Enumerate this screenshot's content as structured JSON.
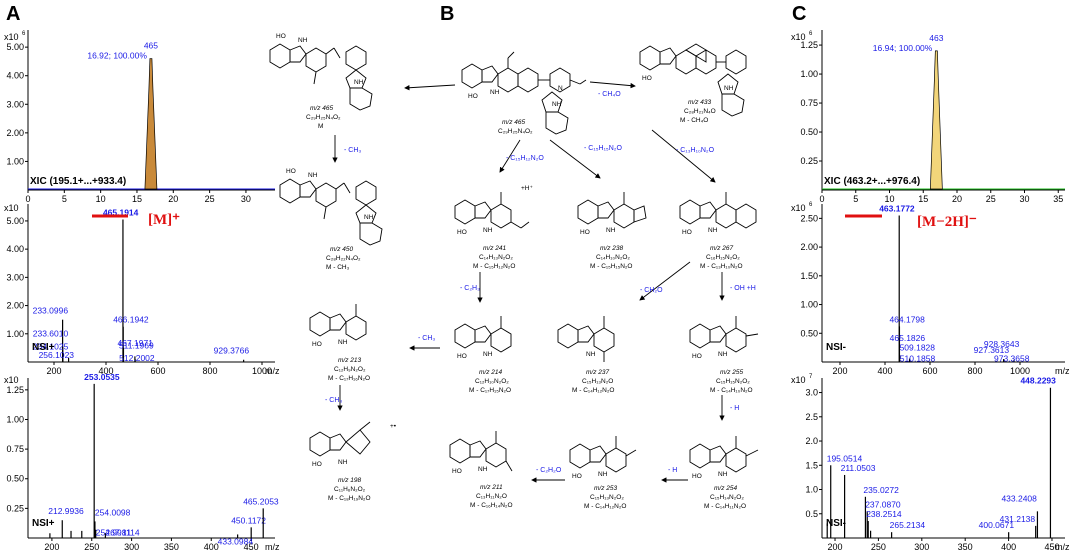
{
  "panels": {
    "a": "A",
    "b": "B",
    "c": "C"
  },
  "y_exp": {
    "a1": "x10",
    "a2": "x10",
    "a3": "x10",
    "c1": "x10",
    "c2": "x10",
    "c3": "x10"
  },
  "y_exp_sup": {
    "a1": "6",
    "c1": "6",
    "c2": "6",
    "c3": "7"
  },
  "xunit": "m/z",
  "ions": {
    "a": "[M]⁺",
    "c": "[M−2H]⁻"
  },
  "chart_data": [
    {
      "type": "line",
      "id": "A1",
      "annotation": "XIC (195.1+...+933.4)",
      "x_ticks": [
        0,
        5,
        10,
        15,
        20,
        25,
        30
      ],
      "xlim": [
        0,
        34
      ],
      "y_ticks": [
        "1.00",
        "2.00",
        "3.00",
        "4.00",
        "5.00"
      ],
      "ylim": [
        0,
        5.6
      ],
      "peak": {
        "x": 16.92,
        "y": 4.6,
        "label": "465",
        "label2": "16.92; 100.00%"
      }
    },
    {
      "type": "bar",
      "id": "A2",
      "mode": "NSI+",
      "x_ticks": [
        200,
        400,
        600,
        800,
        1000
      ],
      "xlim": [
        100,
        1050
      ],
      "y_ticks": [
        "1.00",
        "2.00",
        "3.00",
        "4.00",
        "5.00"
      ],
      "ylim": [
        0,
        5.6
      ],
      "peaks": [
        {
          "x": 233.0996,
          "y": 1.5,
          "label": "233.0996"
        },
        {
          "x": 233.601,
          "y": 0.55,
          "label": "233.6010"
        },
        {
          "x": 234.1025,
          "y": 0.3,
          "label": "234.1025"
        },
        {
          "x": 256.1023,
          "y": 0.15,
          "label": "256.1023"
        },
        {
          "x": 465.1914,
          "y": 5.05,
          "label": "465.1914"
        },
        {
          "x": 466.1942,
          "y": 1.25,
          "label": "466.1942"
        },
        {
          "x": 467.1971,
          "y": 0.5,
          "label": "467.1971"
        },
        {
          "x": 511.1969,
          "y": 0.2,
          "label": "511.1969"
        },
        {
          "x": 512.2002,
          "y": 0.1,
          "label": "512.2002"
        },
        {
          "x": 929.3766,
          "y": 0.08,
          "label": "929.3766"
        }
      ]
    },
    {
      "type": "bar",
      "id": "A3",
      "mode": "NSI+",
      "x_ticks": [
        200,
        250,
        300,
        350,
        400,
        450
      ],
      "xlim": [
        170,
        480
      ],
      "y_ticks": [
        "0.25",
        "0.50",
        "0.75",
        "1.00",
        "1.25"
      ],
      "ylim": [
        0,
        1.35
      ],
      "peaks": [
        {
          "x": 197.5,
          "y": 0.04,
          "label": ""
        },
        {
          "x": 212.9936,
          "y": 0.15,
          "label": "212.9936"
        },
        {
          "x": 224,
          "y": 0.06,
          "label": ""
        },
        {
          "x": 237.5,
          "y": 0.06,
          "label": ""
        },
        {
          "x": 253.0535,
          "y": 1.3,
          "label": "253.0535"
        },
        {
          "x": 254.0098,
          "y": 0.14,
          "label": "254.0098"
        },
        {
          "x": 254.9981,
          "y": 0.07,
          "label": "254.9981"
        },
        {
          "x": 267.1114,
          "y": 0.04,
          "label": "267.1114"
        },
        {
          "x": 433.0984,
          "y": 0.03,
          "label": "433.0984"
        },
        {
          "x": 450.1172,
          "y": 0.09,
          "label": "450.1172"
        },
        {
          "x": 465.2053,
          "y": 0.25,
          "label": "465.2053"
        }
      ]
    },
    {
      "type": "line",
      "id": "C1",
      "annotation": "XIC (463.2+...+976.4)",
      "x_ticks": [
        0,
        5,
        10,
        15,
        20,
        25,
        30,
        35
      ],
      "xlim": [
        0,
        36
      ],
      "y_ticks": [
        "0.25",
        "0.50",
        "0.75",
        "1.00",
        "1.25"
      ],
      "ylim": [
        0,
        1.38
      ],
      "peak": {
        "x": 16.94,
        "y": 1.2,
        "label": "463",
        "label2": "16.94; 100.00%"
      }
    },
    {
      "type": "bar",
      "id": "C2",
      "mode": "NSI-",
      "x_ticks": [
        200,
        400,
        600,
        800,
        1000
      ],
      "xlim": [
        120,
        1200
      ],
      "y_ticks": [
        "0.50",
        "1.00",
        "1.50",
        "2.00",
        "2.50"
      ],
      "ylim": [
        0,
        2.75
      ],
      "peaks": [
        {
          "x": 463.1772,
          "y": 2.55,
          "label": "463.1772"
        },
        {
          "x": 464.1798,
          "y": 0.62,
          "label": "464.1798"
        },
        {
          "x": 465.1826,
          "y": 0.12,
          "label": "465.1826"
        },
        {
          "x": 509.1828,
          "y": 0.06,
          "label": "509.1828"
        },
        {
          "x": 510.1858,
          "y": 0.04,
          "label": "510.1858"
        },
        {
          "x": 927.3613,
          "y": 0.05,
          "label": "927.3613"
        },
        {
          "x": 928.3643,
          "y": 0.05,
          "label": "928.3643"
        },
        {
          "x": 973.3658,
          "y": 0.04,
          "label": "973.3658"
        }
      ]
    },
    {
      "type": "bar",
      "id": "C3",
      "mode": "NSI-",
      "x_ticks": [
        200,
        250,
        300,
        350,
        400,
        450
      ],
      "xlim": [
        185,
        465
      ],
      "y_ticks": [
        "0.5",
        "1.0",
        "1.5",
        "2.0",
        "2.5",
        "3.0"
      ],
      "ylim": [
        0,
        3.3
      ],
      "peaks": [
        {
          "x": 191,
          "y": 0.3,
          "label": ""
        },
        {
          "x": 195.0514,
          "y": 1.5,
          "label": "195.0514"
        },
        {
          "x": 211.0503,
          "y": 1.3,
          "label": "211.0503"
        },
        {
          "x": 235.0272,
          "y": 0.85,
          "label": "235.0272"
        },
        {
          "x": 237.087,
          "y": 0.55,
          "label": "237.0870"
        },
        {
          "x": 238.2514,
          "y": 0.35,
          "label": "238.2514"
        },
        {
          "x": 241,
          "y": 0.15,
          "label": ""
        },
        {
          "x": 265.2134,
          "y": 0.12,
          "label": "265.2134"
        },
        {
          "x": 400.0671,
          "y": 0.12,
          "label": "400.0671"
        },
        {
          "x": 431.2138,
          "y": 0.25,
          "label": "431.2138"
        },
        {
          "x": 433.2408,
          "y": 0.55,
          "label": "433.2408"
        },
        {
          "x": 448.2293,
          "y": 3.1,
          "label": "448.2293"
        }
      ]
    }
  ],
  "scheme": {
    "mols": [
      {
        "id": "m465",
        "mz": "m/z 465",
        "formula": "C₂₉H₂₅N₄O₂",
        "loss": ""
      },
      {
        "id": "m465b",
        "mz": "m/z 465",
        "formula": "C₂₉H₂₅N₄O₂",
        "loss": "M"
      },
      {
        "id": "m433",
        "mz": "m/z 433",
        "formula": "C₂₈H₂₁N₄O",
        "loss": "M - CH₄O"
      },
      {
        "id": "m450",
        "mz": "m/z 450",
        "formula": "C₂₈H₂₂N₄O₂",
        "loss": "M - CH₃"
      },
      {
        "id": "m241",
        "mz": "m/z 241",
        "formula": "C₁₄H₁₃N₂O₂",
        "loss": "M - C₁₅H₁₂N₂O"
      },
      {
        "id": "m238",
        "mz": "m/z 238",
        "formula": "C₁₄H₁₀N₂O₂",
        "loss": "M - C₁₅H₁₅N₂O"
      },
      {
        "id": "m267",
        "mz": "m/z 267",
        "formula": "C₁₆H₁₅N₂O₂",
        "loss": "M - C₁₃H₁₀N₂O"
      },
      {
        "id": "m213",
        "mz": "m/z 213",
        "formula": "C₁₂H₉N₂O₂",
        "loss": "M - C₁₇H₁₆N₂O"
      },
      {
        "id": "m214",
        "mz": "m/z 214",
        "formula": "C₁₂H₁₀N₂O₂",
        "loss": "M - C₁₇H₁₅N₂O"
      },
      {
        "id": "m237",
        "mz": "m/z 237",
        "formula": "C₁₅H₁₃N₂O",
        "loss": "M - C₁₄H₁₂N₂O"
      },
      {
        "id": "m255",
        "mz": "m/z 255",
        "formula": "C₁₅H₁₅N₂O₂",
        "loss": "M - C₁₄H₁₀N₂O"
      },
      {
        "id": "m198",
        "mz": "m/z 198",
        "formula": "C₁₁H₆N₂O₂",
        "loss": "M - C₁₈H₁₉N₂O"
      },
      {
        "id": "m211",
        "mz": "m/z 211",
        "formula": "C₁₃H₁₁N₂O",
        "loss": "M - C₁₆H₁₄N₂O"
      },
      {
        "id": "m253",
        "mz": "m/z 253",
        "formula": "C₁₅H₁₃N₂O₂",
        "loss": "M - C₁₄H₁₂N₂O"
      },
      {
        "id": "m254",
        "mz": "m/z 254",
        "formula": "C₁₅H₁₄N₂O₂",
        "loss": "M - C₁₄H₁₁N₂O"
      }
    ],
    "arrow_labels": {
      "ch4o": "- CH₄O",
      "ch3a": "- CH₃",
      "c15h12": "- C₁₅H₁₂N₂O",
      "c15h15": "- C₁₅H₁₅N₂O",
      "c13h10": "- C₁₃H₁₀N₂O",
      "c2h3": "- C₂H₃",
      "ch2o": "- CH₂O",
      "ohh": "- OH +H",
      "ch3b": "- CH₃",
      "ch3c": "- CH₃",
      "h1": "- H",
      "h2": "- H",
      "c2h2o": "- C₂H₂O"
    }
  }
}
